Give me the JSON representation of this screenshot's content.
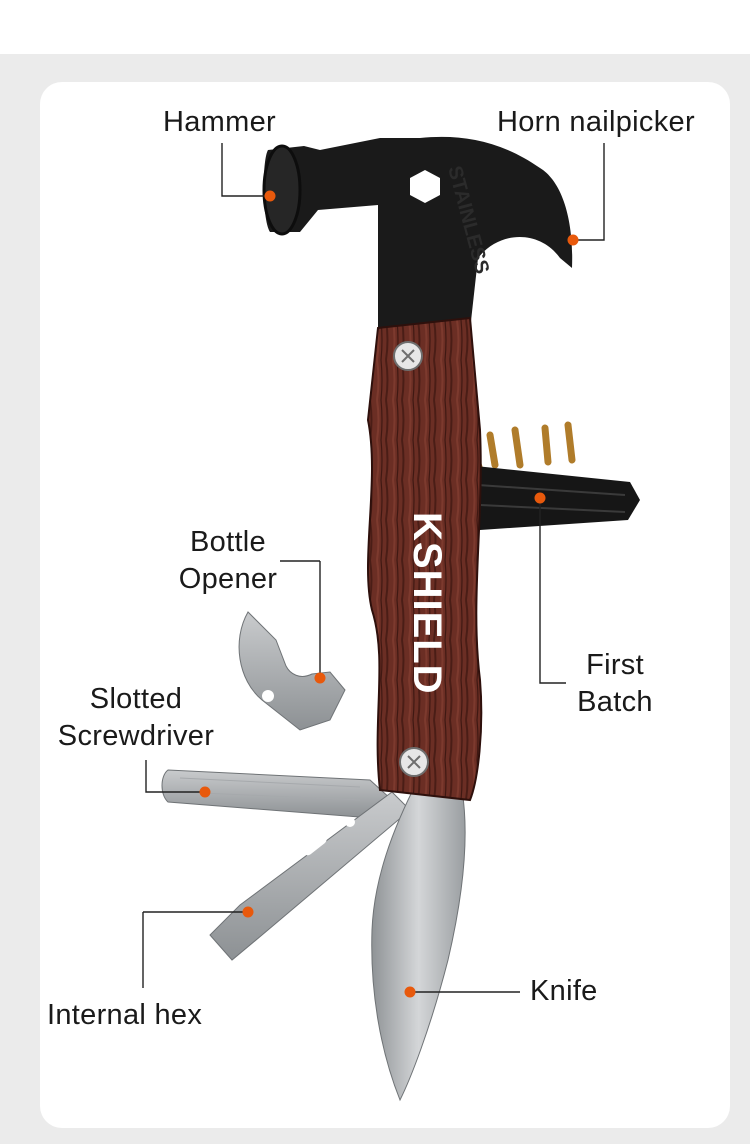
{
  "labels": {
    "hammer": "Hammer",
    "horn_nailpicker": "Horn nailpicker",
    "bottle_opener_line1": "Bottle",
    "bottle_opener_line2": "Opener",
    "first_batch_line1": "First",
    "first_batch_line2": "Batch",
    "slotted_line1": "Slotted",
    "slotted_line2": "Screwdriver",
    "internal_hex": "Internal hex",
    "knife": "Knife"
  },
  "product": {
    "brand": "KSHIELD",
    "head_stamp": "STAINLESS"
  },
  "colors": {
    "marker": "#e8590c",
    "leader_line": "#222222",
    "wood": "#6b2e24",
    "metal_dark": "#1c1c1c",
    "blade": "#b9bcbf"
  }
}
